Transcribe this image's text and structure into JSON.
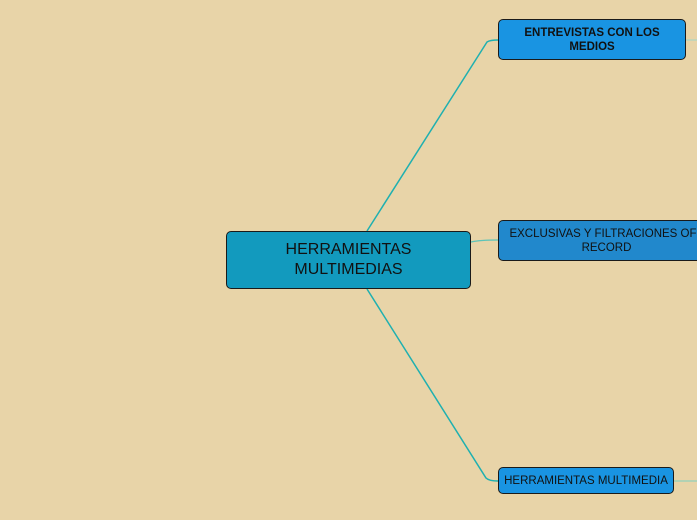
{
  "central": {
    "label": "HERRAMIENTAS MULTIMEDIAS",
    "color": "#129abe"
  },
  "children": [
    {
      "label": "ENTREVISTAS CON LOS MEDIOS",
      "color": "#1994e2"
    },
    {
      "label": "EXCLUSIVAS Y FILTRACIONES OFF RECORD",
      "color": "#2188cc"
    },
    {
      "label": "HERRAMIENTAS MULTIMEDIA",
      "color": "#1994e2"
    }
  ],
  "background": "#e8d4a8",
  "connector_color": "#1fb0b0"
}
